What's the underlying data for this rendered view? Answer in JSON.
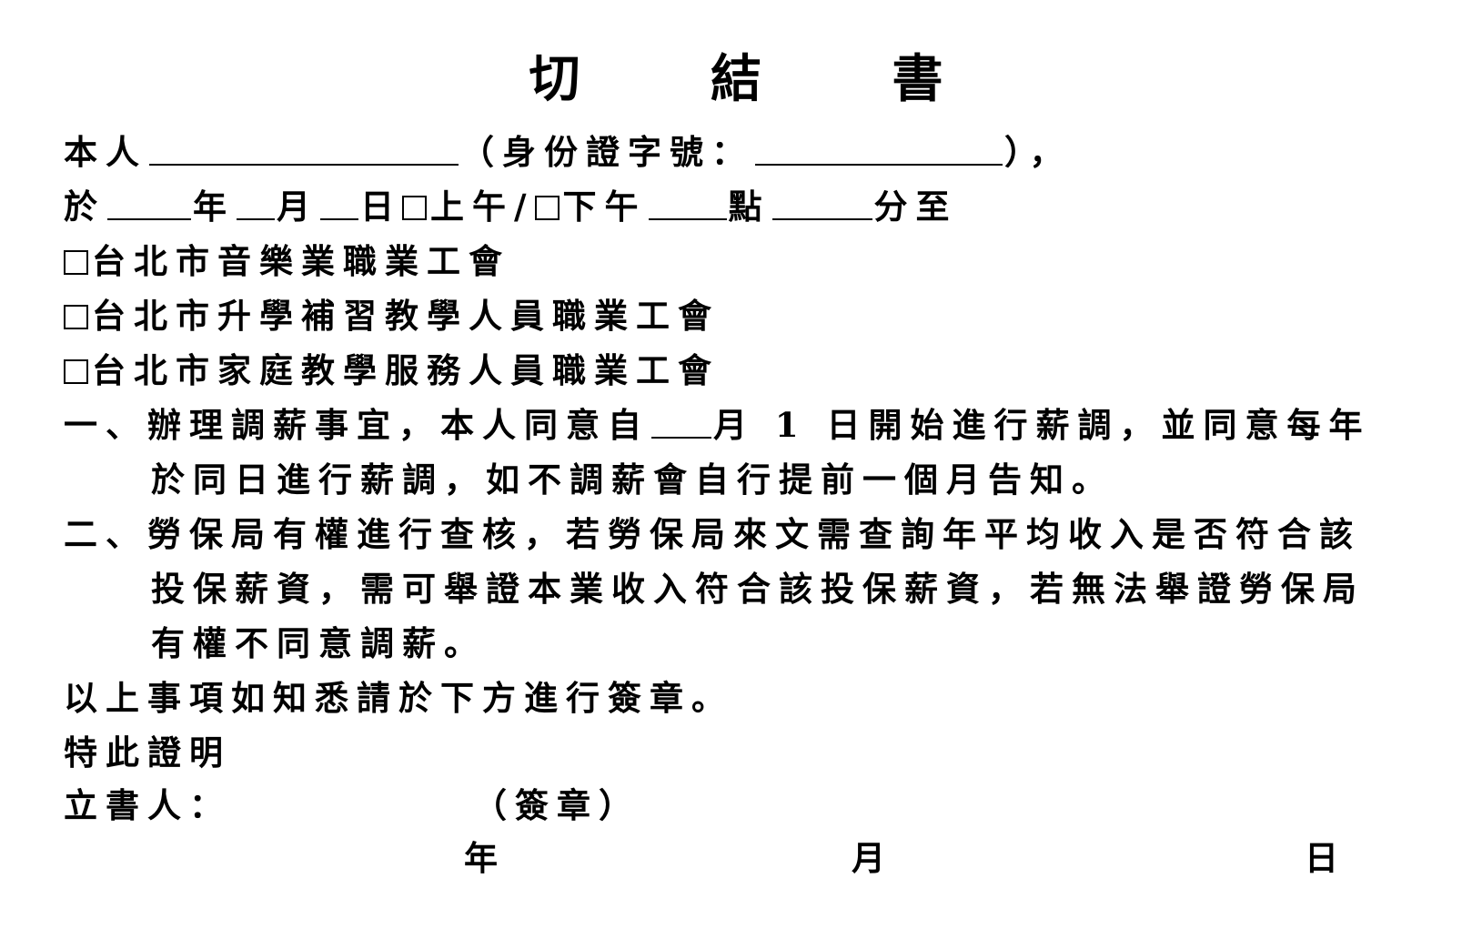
{
  "title": "切 結 書",
  "line1": {
    "prefix": "本人",
    "id_label": "（身份證字號：",
    "suffix": "），"
  },
  "line2": {
    "at": "於",
    "year": "年",
    "month": "月",
    "day": "日",
    "am": "上午/",
    "pm": "下午",
    "hour": "點",
    "minute": "分至"
  },
  "unions": [
    "台北市音樂業職業工會",
    "台北市升學補習教學人員職業工會",
    "台北市家庭教學服務人員職業工會"
  ],
  "clause1": {
    "number": "一、",
    "part_a": "辦理調薪事宜，本人同意自",
    "part_b": "月 1 日開始進行薪調，並同意每年",
    "line2": "於同日進行薪調，如不調薪會自行提前一個月告知。"
  },
  "clause2": {
    "number": "二、",
    "line1": "勞保局有權進行查核，若勞保局來文需查詢年平均收入是否符合該",
    "line2": "投保薪資，需可舉證本業收入符合該投保薪資，若無法舉證勞保局",
    "line3": "有權不同意調薪。"
  },
  "notice": "以上事項如知悉請於下方進行簽章。",
  "certify": "特此證明",
  "signer_label": "立書人：",
  "signature_label": "（簽章）",
  "date": {
    "year": "年",
    "month": "月",
    "day": "日"
  }
}
